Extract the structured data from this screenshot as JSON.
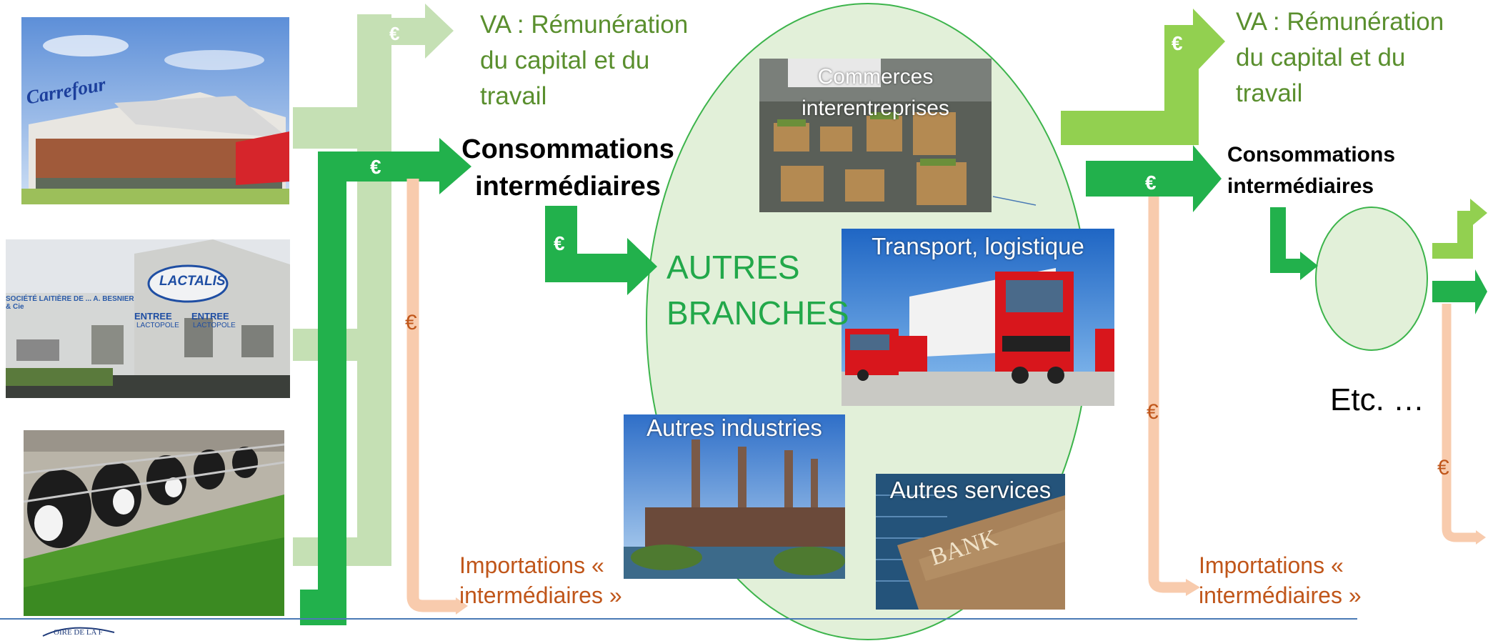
{
  "left_block": {
    "va_label": "VA : Rémunération du capital et du travail",
    "ci_label": "Consommations intermédiaires",
    "import_label": "Importations « intermédiaires »",
    "euro": "€"
  },
  "center": {
    "branches_label": "AUTRES BRANCHES",
    "photos": {
      "commerce": "Commerces interentreprises",
      "transport": "Transport, logistique",
      "industries": "Autres industries",
      "services": "Autres services"
    }
  },
  "right_block": {
    "va_label": "VA : Rémunération du capital et du travail",
    "ci_label": "Consommations intermédiaires",
    "import_label": "Importations « intermédiaires »",
    "etc_label": "Etc. …"
  },
  "left_photos": {
    "carrefour_sign": "Carrefour",
    "lactalis_sign": "LACTALIS",
    "lactalis_wall": "SOCIÉTÉ LAITIÈRE DE ... A. BESNIER & Cie",
    "lactalis_entree": "ENTREE",
    "lactalis_lactopole": "LACTOPOLE",
    "bank_sign": "BANK"
  },
  "colors": {
    "green_dark": "#22b14c",
    "green_mid": "#92d050",
    "green_light": "#c5e0b4",
    "orange_pale": "#f8cbad",
    "ellipse_fill": "#e2f0d9",
    "va_text": "#5a8f2e",
    "import_text": "#c0561a"
  }
}
